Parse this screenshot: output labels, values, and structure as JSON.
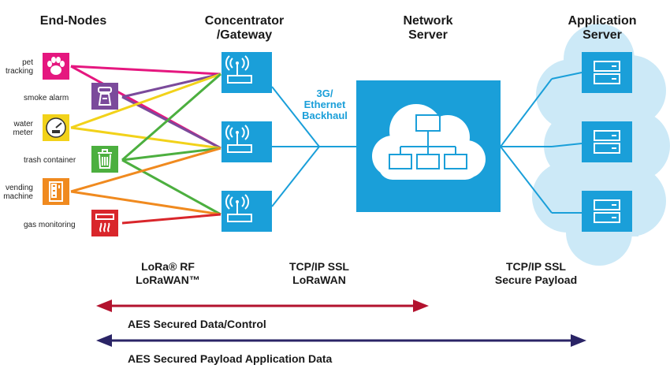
{
  "headers": {
    "end_nodes": "End-Nodes",
    "gateway_line1": "Concentrator",
    "gateway_line2": "/Gateway",
    "network_line1": "Network",
    "network_line2": "Server",
    "app_line1": "Application",
    "app_line2": "Server"
  },
  "end_nodes": [
    {
      "label_line1": "pet",
      "label_line2": "tracking",
      "icon": "paw-icon",
      "color": "#e5177f"
    },
    {
      "label_line1": "smoke alarm",
      "label_line2": "",
      "icon": "smoke-alarm-icon",
      "color": "#7b4a9b"
    },
    {
      "label_line1": "water",
      "label_line2": "meter",
      "icon": "water-meter-icon",
      "color": "#f2d21a"
    },
    {
      "label_line1": "trash container",
      "label_line2": "",
      "icon": "trash-icon",
      "color": "#4caf3f"
    },
    {
      "label_line1": "vending",
      "label_line2": "machine",
      "icon": "vending-machine-icon",
      "color": "#f08a1f"
    },
    {
      "label_line1": "gas monitoring",
      "label_line2": "",
      "icon": "gas-monitor-icon",
      "color": "#d9262b"
    }
  ],
  "backhaul": {
    "line1": "3G/",
    "line2": "Ethernet",
    "line3": "Backhaul"
  },
  "bottom_labels": {
    "rf_line1": "LoRa® RF",
    "rf_line2": "LoRaWAN™",
    "tcp1_line1": "TCP/IP SSL",
    "tcp1_line2": "LoRaWAN",
    "tcp2_line1": "TCP/IP SSL",
    "tcp2_line2": "Secure Payload"
  },
  "arrows": [
    {
      "label": "AES Secured Data/Control",
      "color": "#b3122e"
    },
    {
      "label": "AES Secured Payload Application Data",
      "color": "#2a2466"
    }
  ],
  "colors": {
    "accent_blue": "#1a9fd9",
    "cloud_light": "#cce9f7"
  }
}
